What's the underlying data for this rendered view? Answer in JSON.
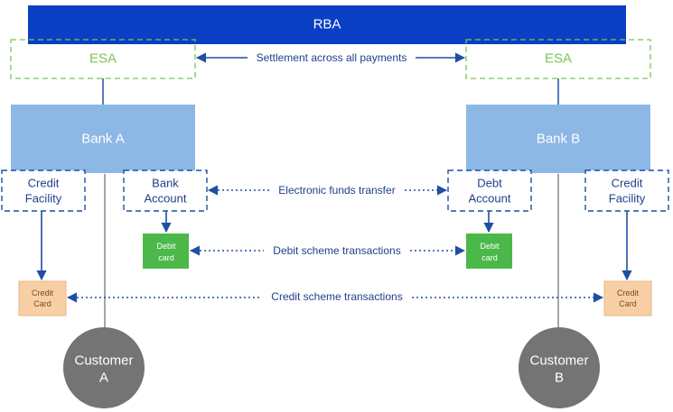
{
  "nodes": {
    "rba": {
      "label": "RBA",
      "color": "#0a3fc4"
    },
    "esa_left": {
      "label": "ESA",
      "color": "#7cc35a"
    },
    "esa_right": {
      "label": "ESA",
      "color": "#7cc35a"
    },
    "bank_a": {
      "label": "Bank A",
      "color": "#8db8e6"
    },
    "bank_b": {
      "label": "Bank B",
      "color": "#8db8e6"
    },
    "credit_facility_a": {
      "line1": "Credit",
      "line2": "Facility"
    },
    "bank_account_a": {
      "line1": "Bank",
      "line2": "Account"
    },
    "debt_account_b": {
      "line1": "Debt",
      "line2": "Account"
    },
    "credit_facility_b": {
      "line1": "Credit",
      "line2": "Facility"
    },
    "debit_card_a": {
      "line1": "Debit",
      "line2": "card",
      "color": "#4cb84a"
    },
    "debit_card_b": {
      "line1": "Debit",
      "line2": "card",
      "color": "#4cb84a"
    },
    "credit_card_a": {
      "line1": "Credit",
      "line2": "Card",
      "color": "#f8cfa4"
    },
    "credit_card_b": {
      "line1": "Credit",
      "line2": "Card",
      "color": "#f8cfa4"
    },
    "customer_a": {
      "line1": "Customer",
      "line2": "A",
      "color": "#747474"
    },
    "customer_b": {
      "line1": "Customer",
      "line2": "B",
      "color": "#747474"
    }
  },
  "flows": {
    "settlement": "Settlement across all payments",
    "eft": "Electronic funds transfer",
    "debit_scheme": "Debit scheme transactions",
    "credit_scheme": "Credit scheme transactions"
  },
  "colors": {
    "dark_blue": "#1f4fa3",
    "text_blue": "#1f3f8a",
    "line_gray": "#8a8a8a"
  }
}
